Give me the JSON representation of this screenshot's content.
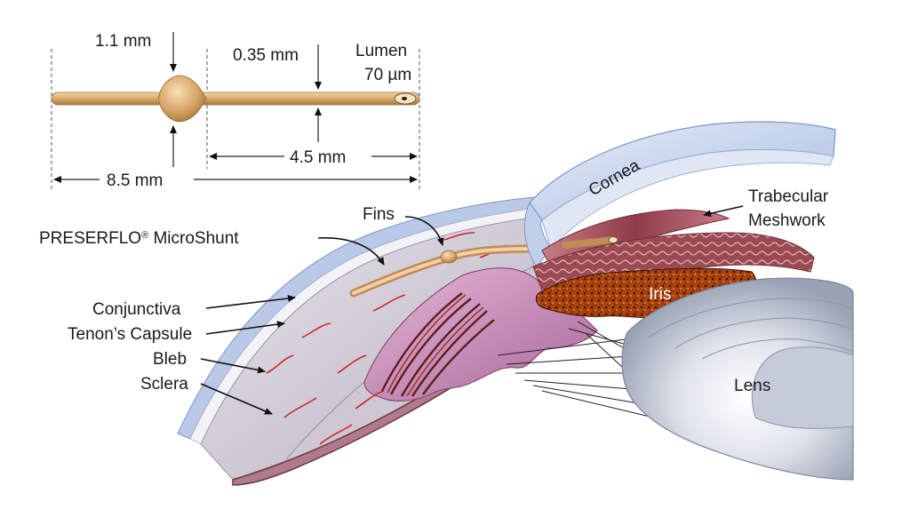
{
  "shunt_dimensions": {
    "bulb_diameter": "1.1 mm",
    "tube_diameter": "0.35 mm",
    "lumen_title": "Lumen",
    "lumen_size": "70 µm",
    "distal_length": "4.5 mm",
    "total_length": "8.5 mm"
  },
  "anatomy_labels": {
    "fins": "Fins",
    "microshunt_name": "PRESERFLO",
    "registered_mark": "®",
    "microshunt_suffix": " MicroShunt",
    "conjunctiva": "Conjunctiva",
    "tenons_capsule": "Tenon’s Capsule",
    "bleb": "Bleb",
    "sclera": "Sclera",
    "cornea": "Cornea",
    "trabecular_line1": "Trabecular",
    "trabecular_line2": "Meshwork",
    "iris": "Iris",
    "lens": "Lens"
  },
  "colors": {
    "shunt": "#d9a86a",
    "cornea": "#c9d6ee",
    "sclera": "#c8c4cf",
    "ciliary": "#c98fb8",
    "iris": "#a8420f",
    "trabecular": "#8d3f4a",
    "lens": "#d4d8e2",
    "vessel": "#d3262b"
  }
}
